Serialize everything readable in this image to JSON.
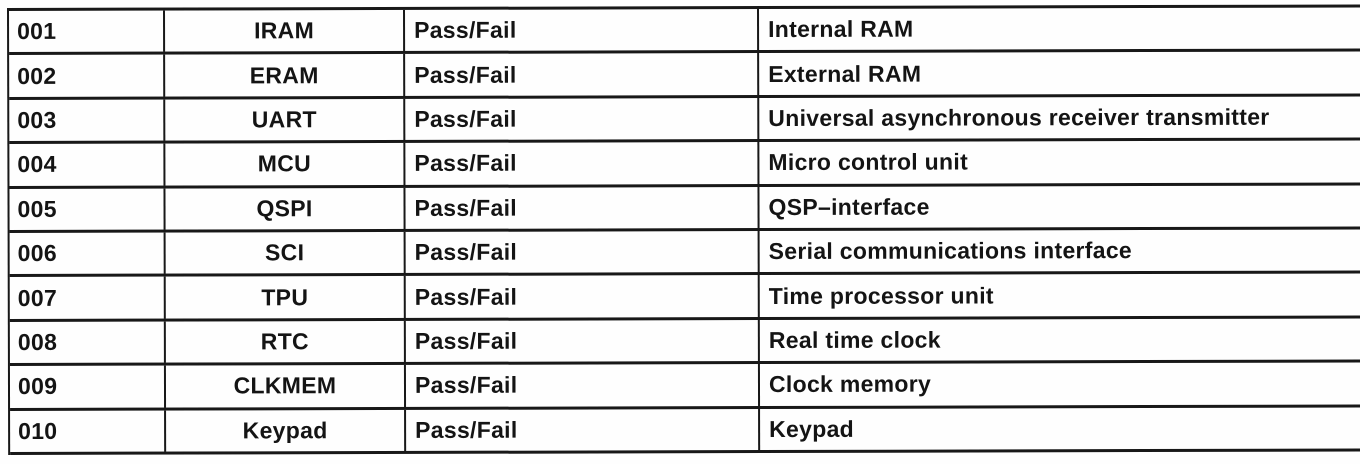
{
  "page": {
    "background_color": "#fefefe",
    "ink_color": "#141414",
    "line_color": "#181818"
  },
  "table": {
    "rows": [
      {
        "id": "001",
        "name": "IRAM",
        "result": "Pass/Fail",
        "description": "Internal RAM"
      },
      {
        "id": "002",
        "name": "ERAM",
        "result": "Pass/Fail",
        "description": "External RAM"
      },
      {
        "id": "003",
        "name": "UART",
        "result": "Pass/Fail",
        "description": "Universal asynchronous receiver transmitter"
      },
      {
        "id": "004",
        "name": "MCU",
        "result": "Pass/Fail",
        "description": "Micro control unit"
      },
      {
        "id": "005",
        "name": "QSPI",
        "result": "Pass/Fail",
        "description": "QSP–interface"
      },
      {
        "id": "006",
        "name": "SCI",
        "result": "Pass/Fail",
        "description": "Serial communications interface"
      },
      {
        "id": "007",
        "name": "TPU",
        "result": "Pass/Fail",
        "description": "Time processor unit"
      },
      {
        "id": "008",
        "name": "RTC",
        "result": "Pass/Fail",
        "description": "Real time clock"
      },
      {
        "id": "009",
        "name": "CLKMEM",
        "result": "Pass/Fail",
        "description": "Clock memory"
      },
      {
        "id": "010",
        "name": "Keypad",
        "result": "Pass/Fail",
        "description": "Keypad"
      }
    ]
  }
}
